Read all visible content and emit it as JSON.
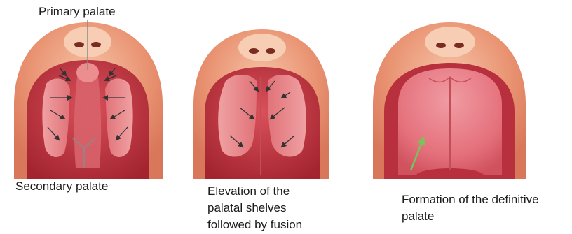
{
  "labels": {
    "primary_palate": "Primary palate",
    "secondary_palate": "Secondary palate",
    "stage2": [
      "Elevation of the",
      "palatal shelves",
      "followed by fusion"
    ],
    "stage3": [
      "Formation of the definitive",
      "palate"
    ]
  },
  "colors": {
    "skin_outer": "#e48a6a",
    "skin_light": "#f3b59a",
    "mouth_dark": "#b8303d",
    "shelf": "#e9888d",
    "palate": "#e66d78",
    "arrow": "#333333",
    "pointer_gray": "#8a8a8a",
    "pointer_green": "#77c45a"
  }
}
